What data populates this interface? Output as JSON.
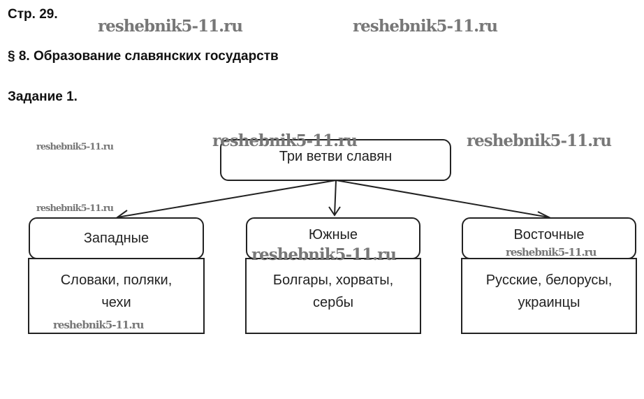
{
  "page_ref": "Стр. 29.",
  "section_title": "§ 8. Образование славянских государств",
  "task": "Задание 1.",
  "watermark": "reshebnik5-11.ru",
  "diagram": {
    "root": "Три ветви славян",
    "branches": [
      {
        "name": "Западные",
        "peoples": "Словаки, поляки, чехи"
      },
      {
        "name": "Южные",
        "peoples": "Болгары, хорваты, сербы"
      },
      {
        "name": "Восточные",
        "peoples": "Русские, белорусы, украинцы"
      }
    ]
  }
}
